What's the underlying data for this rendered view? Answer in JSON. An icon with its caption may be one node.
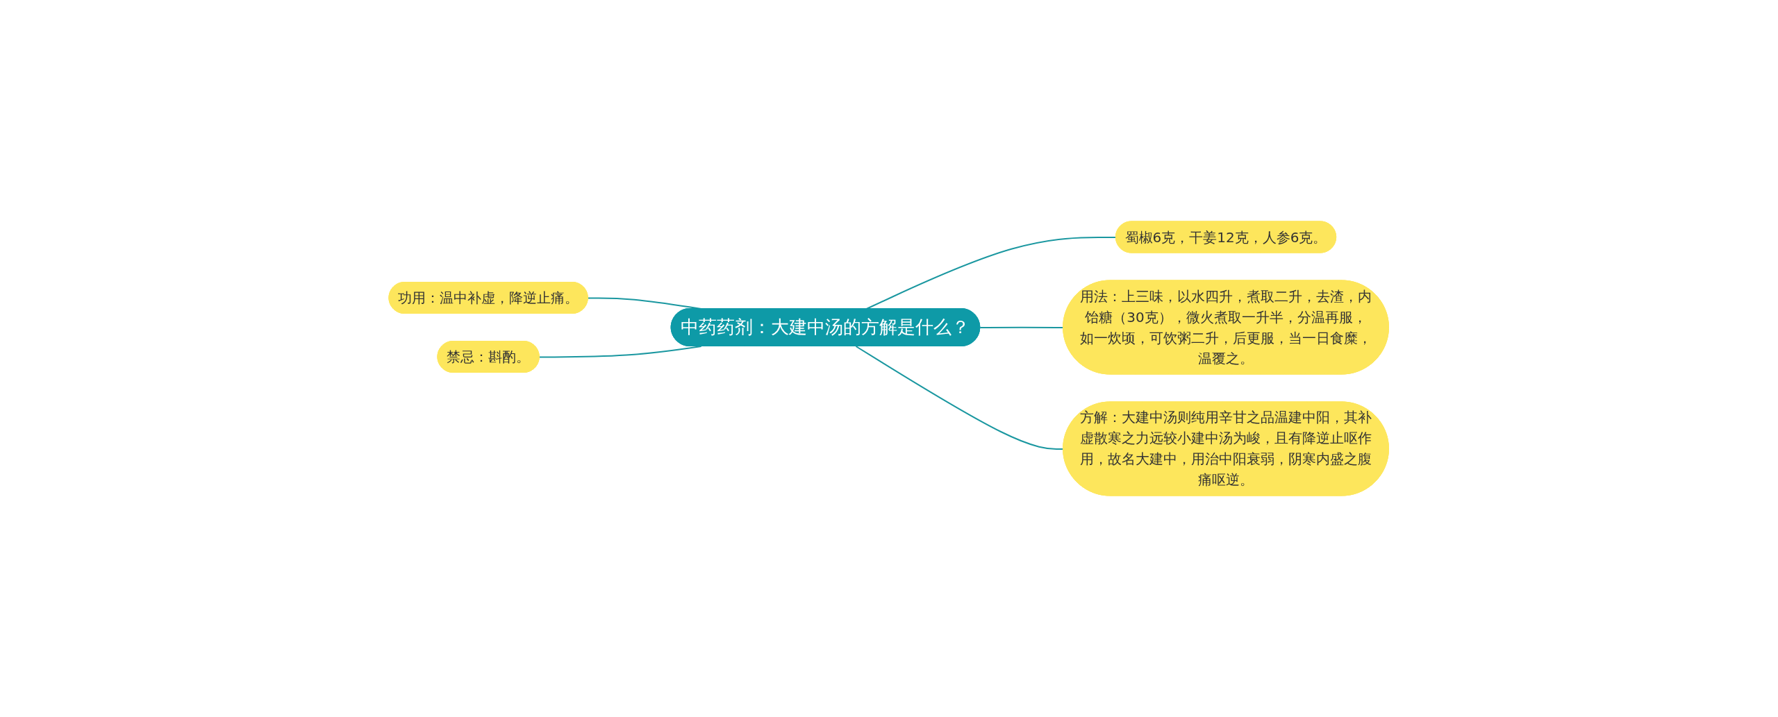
{
  "diagram": {
    "nodes": [
      {
        "text": [
          "中药药剂：大建中汤的方解是什么？"
        ]
      },
      {
        "text": [
          "蜀椒6克，干姜12克，人参6克。"
        ]
      },
      {
        "text": [
          "用法：上三味，以水四升，煮取二升，去渣，内饴糖（30克），微火煮取一升半，分温再服，如一炊顷，可饮粥二升，后更服，当一日食糜，温覆之。"
        ]
      },
      {
        "text": [
          "方解：大建中汤则纯用辛甘之品温建中阳，其补虚散寒之力远较小建中汤为峻，且有降逆止呕作用，故名大建中，用治中阳衰弱，阴寒内盛之腹痛呕逆。"
        ]
      },
      {
        "text": [
          "功用：温中补虚，降逆止痛。"
        ]
      },
      {
        "text": [
          "禁忌：斟酌。"
        ]
      }
    ],
    "edges": [
      {
        "from": 0,
        "to": 1,
        "arrow": "none"
      },
      {
        "from": 0,
        "to": 2,
        "arrow": "none"
      },
      {
        "from": 0,
        "to": 3,
        "arrow": "none"
      },
      {
        "from": 4,
        "to": 0,
        "arrow": "none"
      },
      {
        "from": 5,
        "to": 0,
        "arrow": "none"
      }
    ]
  }
}
